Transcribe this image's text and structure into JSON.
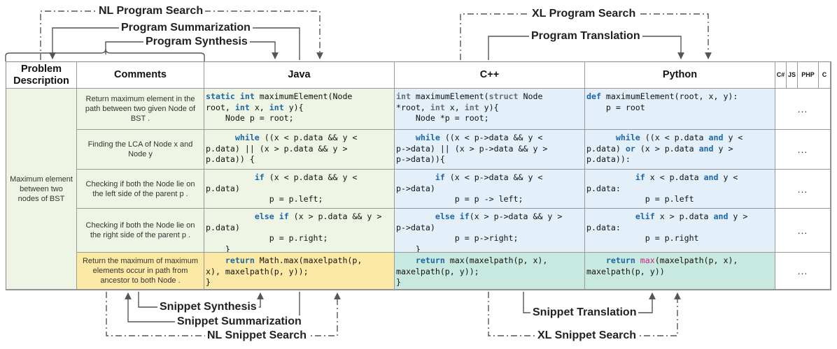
{
  "top_arrows": {
    "nl_program_search": "NL Program Search",
    "program_summarization": "Program Summarization",
    "program_synthesis": "Program Synthesis",
    "xl_program_search": "XL Program Search",
    "program_translation": "Program Translation"
  },
  "bottom_arrows": {
    "snippet_synthesis": "Snippet Synthesis",
    "snippet_summarization": "Snippet Summarization",
    "nl_snippet_search": "NL Snippet Search",
    "snippet_translation": "Snippet Translation",
    "xl_snippet_search": "XL Snippet Search"
  },
  "headers": {
    "problem": "Problem Description",
    "comments": "Comments",
    "java": "Java",
    "cpp": "C++",
    "python": "Python",
    "csharp": "C#",
    "js": "JS",
    "php": "PHP",
    "c": "C"
  },
  "problem_description": "Maximum element between two nodes of BST",
  "ellipsis": "...",
  "rows": [
    {
      "comment": "Return maximum element in the path between two given Node of BST .",
      "java": [
        [
          [
            "kw",
            "static "
          ],
          [
            "kw",
            "int "
          ],
          [
            "",
            "maximumElement(Node"
          ]
        ],
        [
          [
            "",
            "root, "
          ],
          [
            "kw",
            "int "
          ],
          [
            "",
            "x, "
          ],
          [
            "kw",
            "int "
          ],
          [
            "",
            "y){"
          ]
        ],
        [
          [
            "",
            "    Node p = root;"
          ]
        ]
      ],
      "cpp": [
        [
          [
            "kwg",
            "int "
          ],
          [
            "",
            "maximumElement("
          ],
          [
            "kwg",
            "struct "
          ],
          [
            "",
            "Node"
          ]
        ],
        [
          [
            "",
            "*root, "
          ],
          [
            "kwg",
            "int "
          ],
          [
            "",
            "x, "
          ],
          [
            "kwg",
            "int "
          ],
          [
            "",
            "y){"
          ]
        ],
        [
          [
            "",
            "    Node *p = root;"
          ]
        ]
      ],
      "python": [
        [
          [
            "kw",
            "def "
          ],
          [
            "",
            "maximumElement(root, x, y):"
          ]
        ],
        [
          [
            "",
            "    p = root"
          ]
        ]
      ]
    },
    {
      "comment": "Finding the LCA of Node x and Node y",
      "java": [
        [
          [
            "",
            "      "
          ],
          [
            "kw",
            "while "
          ],
          [
            "",
            "((x < p.data && y <"
          ]
        ],
        [
          [
            "",
            "p.data) || (x > p.data && y >"
          ]
        ],
        [
          [
            "",
            "p.data)) {"
          ]
        ]
      ],
      "cpp": [
        [
          [
            "",
            "    "
          ],
          [
            "kw",
            "while "
          ],
          [
            "",
            "((x < p->data && y <"
          ]
        ],
        [
          [
            "",
            "p->data) || (x > p->data && y >"
          ]
        ],
        [
          [
            "",
            "p->data)){"
          ]
        ]
      ],
      "python": [
        [
          [
            "",
            "      "
          ],
          [
            "kw",
            "while "
          ],
          [
            "",
            "((x < p.data "
          ],
          [
            "kw",
            "and "
          ],
          [
            "",
            "y <"
          ]
        ],
        [
          [
            "",
            "p.data) "
          ],
          [
            "kw",
            "or "
          ],
          [
            "",
            "(x > p.data "
          ],
          [
            "kw",
            "and "
          ],
          [
            "",
            "y >"
          ]
        ],
        [
          [
            "",
            "p.data)):"
          ]
        ]
      ]
    },
    {
      "comment": "Checking if both the Node lie on the left side of the parent p .",
      "java": [
        [
          [
            "",
            "          "
          ],
          [
            "kw",
            "if "
          ],
          [
            "",
            "(x < p.data && y <"
          ]
        ],
        [
          [
            "",
            "p.data)"
          ]
        ],
        [
          [
            "",
            "             p = p.left;"
          ]
        ]
      ],
      "cpp": [
        [
          [
            "",
            "        "
          ],
          [
            "kw",
            "if "
          ],
          [
            "",
            "(x < p->data && y <"
          ]
        ],
        [
          [
            "",
            "p->data)"
          ]
        ],
        [
          [
            "",
            "            p = p -> left;"
          ]
        ]
      ],
      "python": [
        [
          [
            "",
            "          "
          ],
          [
            "kw",
            "if "
          ],
          [
            "",
            "x < p.data "
          ],
          [
            "kw",
            "and "
          ],
          [
            "",
            "y <"
          ]
        ],
        [
          [
            "",
            "p.data:"
          ]
        ],
        [
          [
            "",
            "            p = p.left"
          ]
        ]
      ]
    },
    {
      "comment": "Checking if both the Node lie on the right side of the parent p .",
      "java": [
        [
          [
            "",
            "          "
          ],
          [
            "kw",
            "else if "
          ],
          [
            "",
            "(x > p.data && y >"
          ]
        ],
        [
          [
            "",
            "p.data)"
          ]
        ],
        [
          [
            "",
            "             p = p.right;"
          ]
        ],
        [
          [
            "",
            "    }"
          ]
        ]
      ],
      "cpp": [
        [
          [
            "",
            "        "
          ],
          [
            "kw",
            "else if"
          ],
          [
            "",
            "(x > p->data && y >"
          ]
        ],
        [
          [
            "",
            "p->data)"
          ]
        ],
        [
          [
            "",
            "            p = p->right;"
          ]
        ],
        [
          [
            "",
            "    }"
          ]
        ]
      ],
      "python": [
        [
          [
            "",
            "          "
          ],
          [
            "kw",
            "elif "
          ],
          [
            "",
            "x > p.data "
          ],
          [
            "kw",
            "and "
          ],
          [
            "",
            "y >"
          ]
        ],
        [
          [
            "",
            "p.data:"
          ]
        ],
        [
          [
            "",
            "            p = p.right"
          ]
        ]
      ]
    },
    {
      "comment": "Return the maximum of maximum elements occur in path from ancestor to both Node .",
      "java": [
        [
          [
            "",
            "    "
          ],
          [
            "kw",
            "return "
          ],
          [
            "",
            "Math.max(maxelpath(p,"
          ]
        ],
        [
          [
            "",
            "x), maxelpath(p, y));"
          ]
        ],
        [
          [
            "",
            "}"
          ]
        ]
      ],
      "cpp": [
        [
          [
            "",
            "    "
          ],
          [
            "kw",
            "return "
          ],
          [
            "",
            "max(maxelpath(p, x),"
          ]
        ],
        [
          [
            "",
            "maxelpath(p, y));"
          ]
        ],
        [
          [
            "",
            "}"
          ]
        ]
      ],
      "python": [
        [
          [
            "",
            "    "
          ],
          [
            "kw",
            "return "
          ],
          [
            "kwp",
            "max"
          ],
          [
            "",
            "(maxelpath(p, x),"
          ]
        ],
        [
          [
            "",
            "maxelpath(p, y))"
          ]
        ]
      ]
    }
  ]
}
